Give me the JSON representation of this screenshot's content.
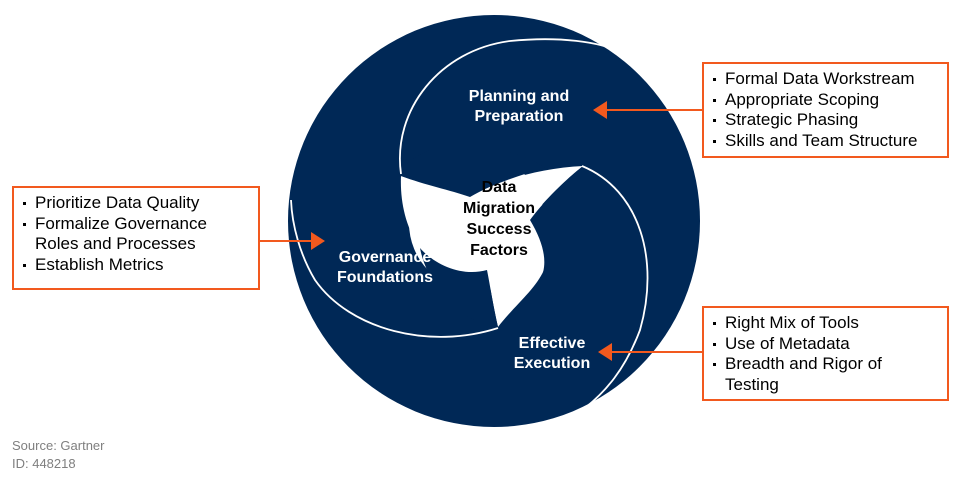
{
  "diagram": {
    "title": "Data Migration Success Factors",
    "center_label": [
      "Data",
      "Migration",
      "Success",
      "Factors"
    ],
    "segments": {
      "planning": {
        "label": [
          "Planning and",
          "Preparation"
        ],
        "items": [
          "Formal Data Workstream",
          "Appropriate Scoping",
          "Strategic Phasing",
          "Skills and Team Structure"
        ]
      },
      "governance": {
        "label": [
          "Governance",
          "Foundations"
        ],
        "items": [
          "Prioritize Data Quality",
          "Formalize Governance Roles and Processes",
          "Establish Metrics"
        ],
        "items_display": [
          "Prioritize Data Quality",
          "Formalize Governance",
          "Roles and Processes",
          "Establish Metrics"
        ]
      },
      "execution": {
        "label": [
          "Effective",
          "Execution"
        ],
        "items": [
          "Right Mix of Tools",
          "Use of Metadata",
          "Breadth and Rigor of Testing"
        ],
        "items_display": [
          "Right Mix of Tools",
          "Use of Metadata",
          "Breadth and Rigor of",
          "Testing"
        ]
      }
    },
    "colors": {
      "circle_fill": "#002856",
      "divider_stroke": "#ffffff",
      "accent_orange": "#f2591e",
      "segment_text": "#ffffff",
      "center_text": "#000000",
      "source_text": "#7f7f7f"
    }
  },
  "footer": {
    "source": "Source: Gartner",
    "id": "ID: 448218"
  }
}
